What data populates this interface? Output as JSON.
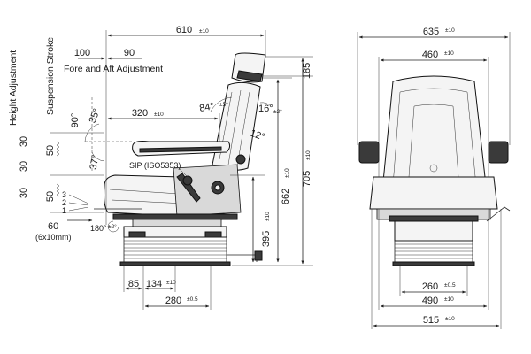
{
  "side_view": {
    "dim_width_total": {
      "value": "610",
      "tol": "±10"
    },
    "dim_fore_aft_left": "100",
    "dim_fore_aft_right": "90",
    "fore_aft_label": "Fore and Aft Adjustment",
    "height_adjustment_label": "Height Adjustment",
    "suspension_stroke_label": "Suspension Stroke",
    "dim_height_top": "30",
    "dim_height_mid": "30",
    "dim_height_bottom": "30",
    "dim_stroke_upper": "50",
    "dim_stroke_lower": "50",
    "angle_90": "90°",
    "angle_35": "35°",
    "angle_37": "37°",
    "dim_armrest": {
      "value": "320",
      "tol": "±10"
    },
    "angle_84": {
      "value": "84°",
      "tol": "±5°"
    },
    "angle_16": {
      "value": "16°",
      "tol": "±2°"
    },
    "angle_12": "12°",
    "sip_label": "SIP (ISO5353)",
    "positions": [
      "3",
      "2",
      "1"
    ],
    "dim_60": "60",
    "dim_6x10": "(6x10mm)",
    "angle_180": {
      "value": "180°",
      "tol": "±2°"
    },
    "dim_395": {
      "value": "395",
      "tol": "±10"
    },
    "dim_662": {
      "value": "662",
      "tol": "±10"
    },
    "dim_705": {
      "value": "705",
      "tol": "±10"
    },
    "dim_185": "185",
    "dim_85": "85",
    "dim_134": {
      "value": "134",
      "tol": "±10"
    },
    "dim_280": {
      "value": "280",
      "tol": "±0.5"
    }
  },
  "front_view": {
    "dim_635": {
      "value": "635",
      "tol": "±10"
    },
    "dim_460": {
      "value": "460",
      "tol": "±10"
    },
    "dim_260": {
      "value": "260",
      "tol": "±0.5"
    },
    "dim_490": {
      "value": "490",
      "tol": "±10"
    },
    "dim_515": {
      "value": "515",
      "tol": "±10"
    }
  }
}
